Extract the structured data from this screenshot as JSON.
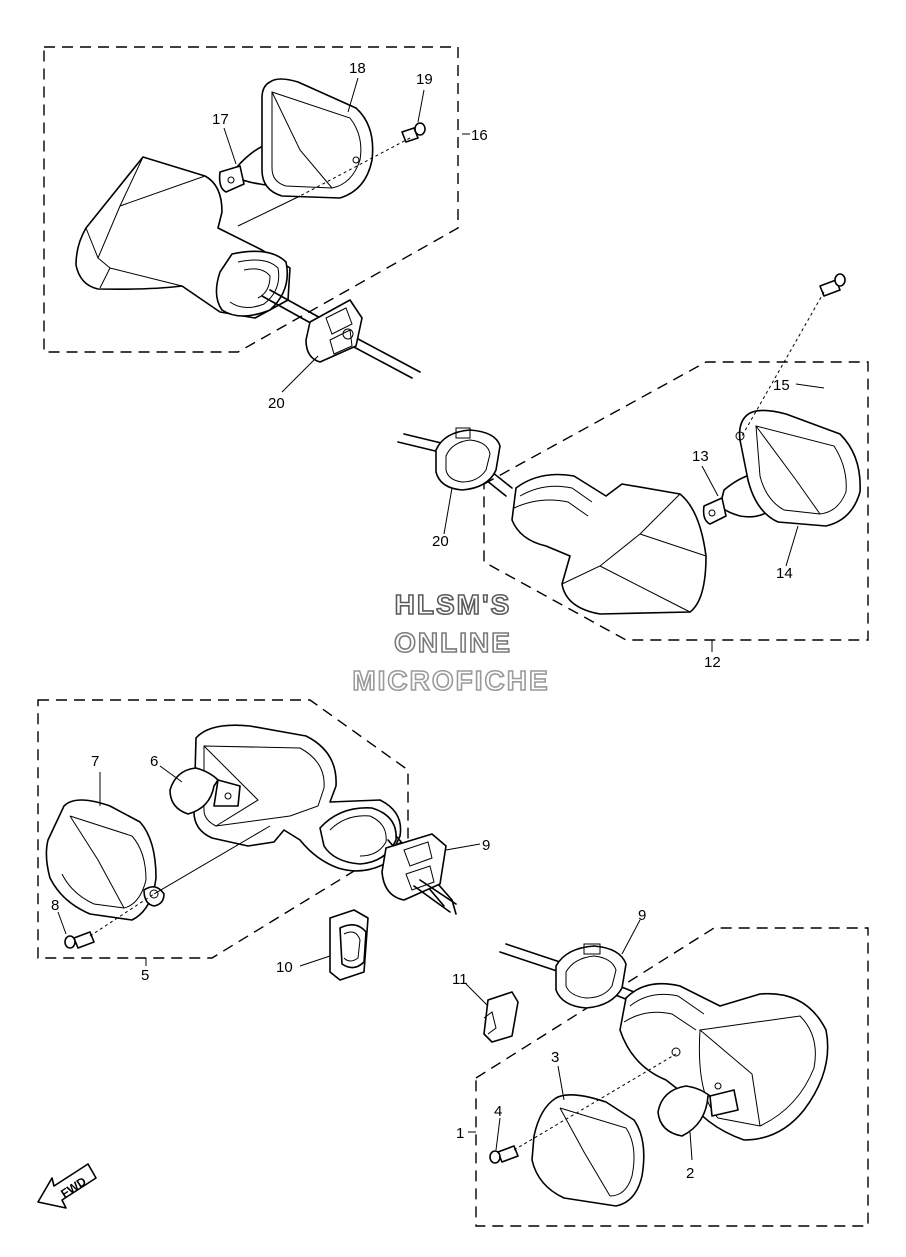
{
  "watermark": {
    "line1": "HLSM'S",
    "line2": "ONLINE",
    "line3": "MICROFICHE",
    "colors": [
      "#5a5a5a",
      "#7a7a7a",
      "#9a9a9a"
    ]
  },
  "callouts": {
    "c1": "1",
    "c2": "2",
    "c3": "3",
    "c4": "4",
    "c5": "5",
    "c6": "6",
    "c7": "7",
    "c8": "8",
    "c9a": "9",
    "c9b": "9",
    "c10": "10",
    "c11": "11",
    "c12": "12",
    "c13": "13",
    "c14": "14",
    "c15": "15",
    "c16": "16",
    "c17": "17",
    "c18": "18",
    "c19": "19",
    "c20a": "20",
    "c20b": "20"
  },
  "fwd_label": "FWD"
}
